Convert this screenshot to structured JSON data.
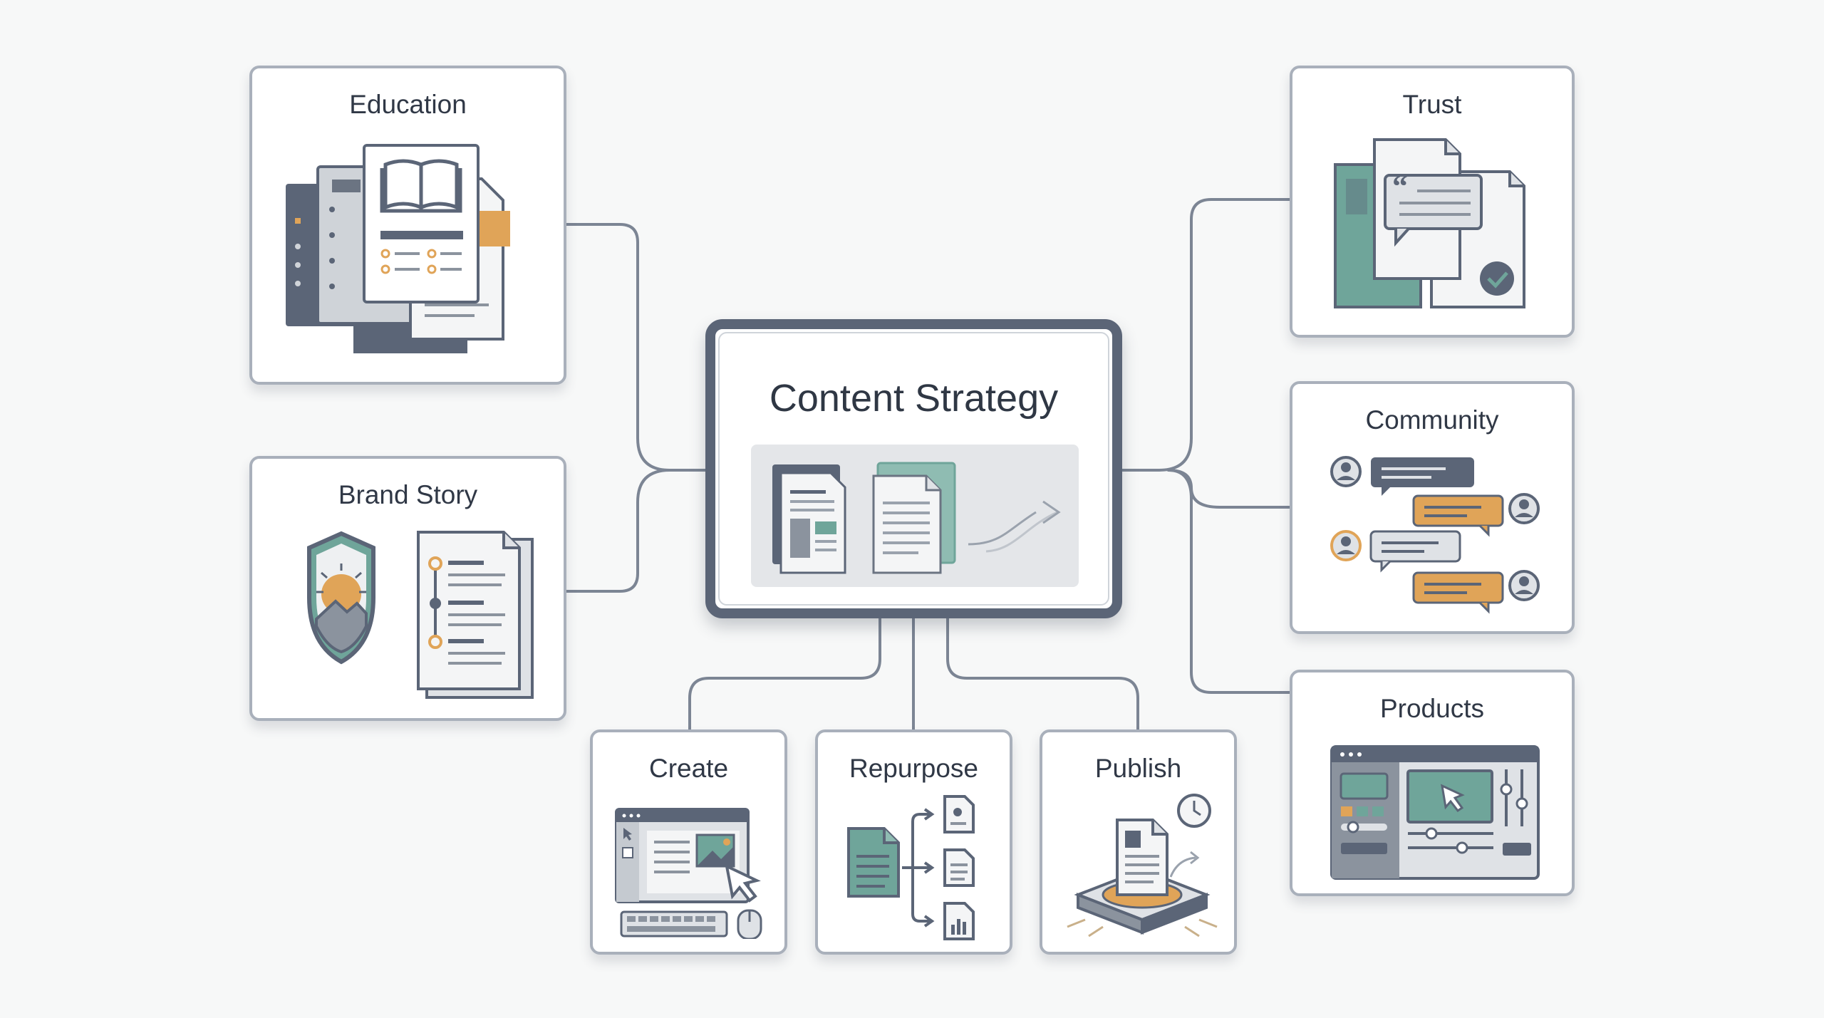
{
  "center": {
    "title": "Content Strategy"
  },
  "nodes": {
    "education": {
      "label": "Education"
    },
    "brand_story": {
      "label": "Brand Story"
    },
    "trust": {
      "label": "Trust"
    },
    "community": {
      "label": "Community"
    },
    "products": {
      "label": "Products"
    },
    "create": {
      "label": "Create"
    },
    "repurpose": {
      "label": "Repurpose"
    },
    "publish": {
      "label": "Publish"
    }
  },
  "colors": {
    "dark_slate": "#5b6577",
    "line": "#7c8594",
    "teal": "#6fa59a",
    "orange": "#e0a458",
    "light_gray": "#e4e6e9"
  },
  "icons": {
    "education": "documents-book-icon",
    "brand_story": "shield-timeline-icon",
    "trust": "quote-verified-icon",
    "community": "chat-people-icon",
    "products": "dashboard-cursor-icon",
    "create": "editor-keyboard-icon",
    "repurpose": "document-branch-icon",
    "publish": "platform-clock-icon",
    "center": "documents-arrow-icon"
  }
}
